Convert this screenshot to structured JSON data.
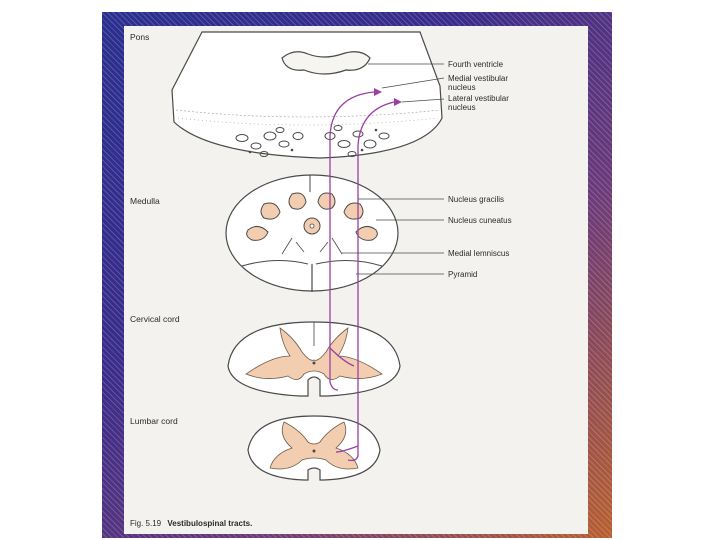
{
  "sections": {
    "pons": "Pons",
    "medulla": "Medulla",
    "cervical": "Cervical cord",
    "lumbar": "Lumbar cord"
  },
  "labels": {
    "fourth_ventricle": "Fourth ventricle",
    "medial_vestibular_1": "Medial vestibular",
    "medial_vestibular_2": "nucleus",
    "lateral_vestibular_1": "Lateral vestibular",
    "lateral_vestibular_2": "nucleus",
    "nucleus_gracilis": "Nucleus gracilis",
    "nucleus_cuneatus": "Nucleus cuneatus",
    "medial_lemniscus": "Medial lemniscus",
    "pyramid": "Pyramid"
  },
  "caption": {
    "number": "Fig. 5.19",
    "title": "Vestibulospinal tracts."
  },
  "colors": {
    "tract": "#9b3fa3",
    "grey_matter": "#f2cdb0",
    "outline": "#4a4a4a"
  }
}
